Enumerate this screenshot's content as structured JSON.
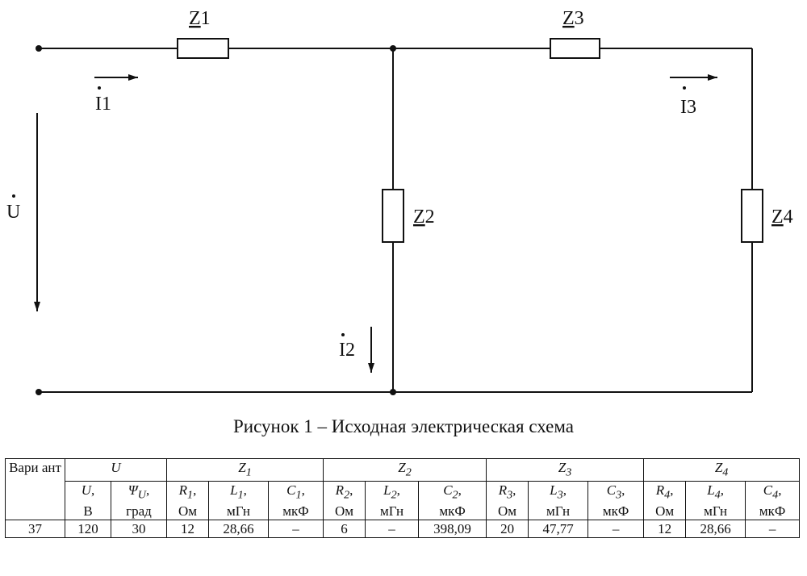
{
  "circuit": {
    "z1": {
      "letter": "Z",
      "num": "1"
    },
    "z2": {
      "letter": "Z",
      "num": "2"
    },
    "z3": {
      "letter": "Z",
      "num": "3"
    },
    "z4": {
      "letter": "Z",
      "num": "4"
    },
    "i1": {
      "letter": "I",
      "num": "1"
    },
    "i2": {
      "letter": "I",
      "num": "2"
    },
    "i3": {
      "letter": "I",
      "num": "3"
    },
    "u": "U"
  },
  "caption": "Рисунок 1 – Исходная электрическая схема",
  "table": {
    "variant_header": "Вари ант",
    "groups": [
      {
        "sym": "U",
        "sub": ""
      },
      {
        "sym": "Z",
        "sub": "1"
      },
      {
        "sym": "Z",
        "sub": "2"
      },
      {
        "sym": "Z",
        "sub": "3"
      },
      {
        "sym": "Z",
        "sub": "4"
      }
    ],
    "cols": [
      {
        "sym": "U",
        "sub": "",
        "unit": "В"
      },
      {
        "sym": "Ψ",
        "sub": "U",
        "unit": "град"
      },
      {
        "sym": "R",
        "sub": "1",
        "unit": "Ом"
      },
      {
        "sym": "L",
        "sub": "1",
        "unit": "мГн"
      },
      {
        "sym": "C",
        "sub": "1",
        "unit": "мкФ"
      },
      {
        "sym": "R",
        "sub": "2",
        "unit": "Ом"
      },
      {
        "sym": "L",
        "sub": "2",
        "unit": "мГн"
      },
      {
        "sym": "C",
        "sub": "2",
        "unit": "мкФ"
      },
      {
        "sym": "R",
        "sub": "3",
        "unit": "Ом"
      },
      {
        "sym": "L",
        "sub": "3",
        "unit": "мГн"
      },
      {
        "sym": "C",
        "sub": "3",
        "unit": "мкФ"
      },
      {
        "sym": "R",
        "sub": "4",
        "unit": "Ом"
      },
      {
        "sym": "L",
        "sub": "4",
        "unit": "мГн"
      },
      {
        "sym": "C",
        "sub": "4",
        "unit": "мкФ"
      }
    ],
    "row": [
      "37",
      "120",
      "30",
      "12",
      "28,66",
      "–",
      "6",
      "–",
      "398,09",
      "20",
      "47,77",
      "–",
      "12",
      "28,66",
      "–"
    ]
  }
}
